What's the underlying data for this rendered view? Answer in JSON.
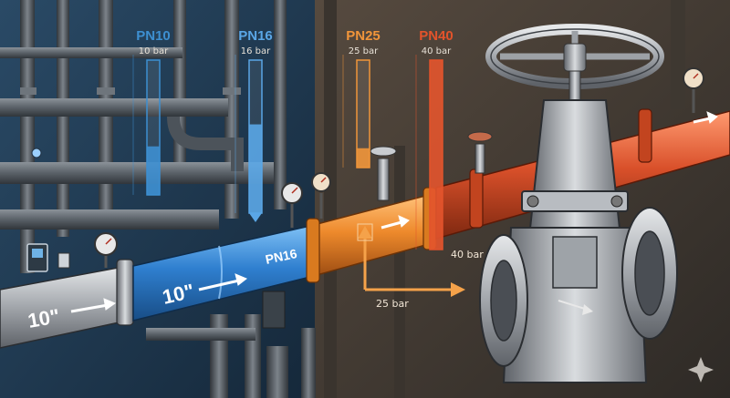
{
  "pressure_classes": [
    {
      "code": "PN10",
      "rating": "10 bar",
      "fill_fraction": 0.36,
      "color": "#3d8fd1"
    },
    {
      "code": "PN16",
      "rating": "16 bar",
      "fill_fraction": 0.58,
      "color": "#5aa6e6"
    },
    {
      "code": "PN25",
      "rating": "25 bar",
      "fill_fraction": 0.18,
      "color": "#f0953a"
    },
    {
      "code": "PN40",
      "rating": "40 bar",
      "fill_fraction": 1.0,
      "color": "#e2532b"
    }
  ],
  "pipe_labels": {
    "grey_size": "10\"",
    "blue_size": "10\"",
    "blue_class": "PN16"
  },
  "annotations": {
    "pn25_marker": "25 bar",
    "pn40_marker": "40 bar"
  },
  "colors": {
    "blue_zone": "#1f3a55",
    "brown_zone": "#4a3f35",
    "blue_pipe": "#2f7fcf",
    "orange_pipe": "#ee8a2c",
    "red_pipe": "#d9502a",
    "steel": "#b9bcc0"
  },
  "icons": [
    "pressure-gauge-icon",
    "valve-icon",
    "sparkle-icon"
  ]
}
